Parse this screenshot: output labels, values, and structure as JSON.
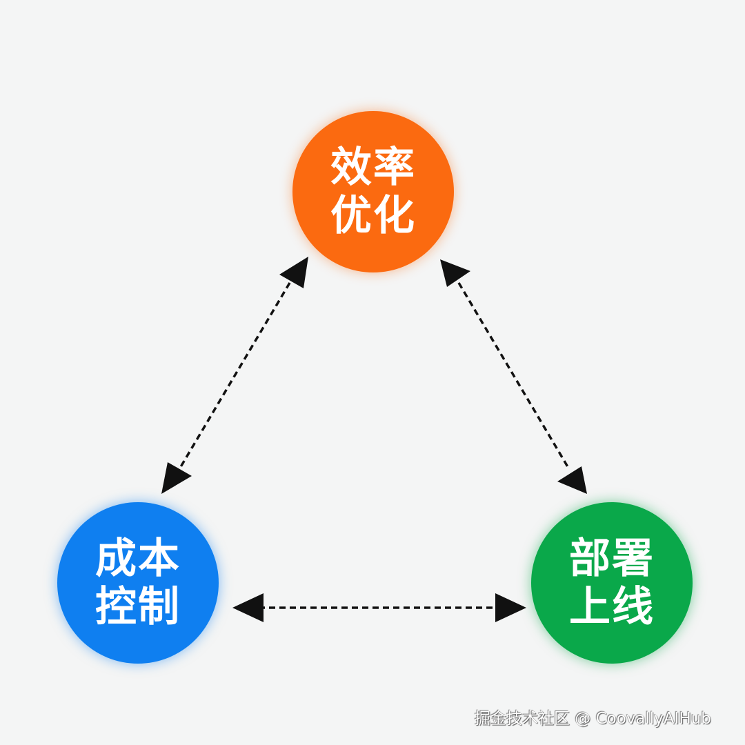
{
  "nodes": {
    "top": {
      "line1": "效率",
      "line2": "优化",
      "color": "#fb6a10"
    },
    "left": {
      "line1": "成本",
      "line2": "控制",
      "color": "#0f7ff0"
    },
    "right": {
      "line1": "部署",
      "line2": "上线",
      "color": "#0aa84a"
    }
  },
  "edges": [
    {
      "from": "top",
      "to": "left",
      "style": "dashed-bidirectional"
    },
    {
      "from": "top",
      "to": "right",
      "style": "dashed-bidirectional"
    },
    {
      "from": "left",
      "to": "right",
      "style": "dashed-bidirectional"
    }
  ],
  "watermark": "掘金技术社区 @ CoovallyAIHub"
}
